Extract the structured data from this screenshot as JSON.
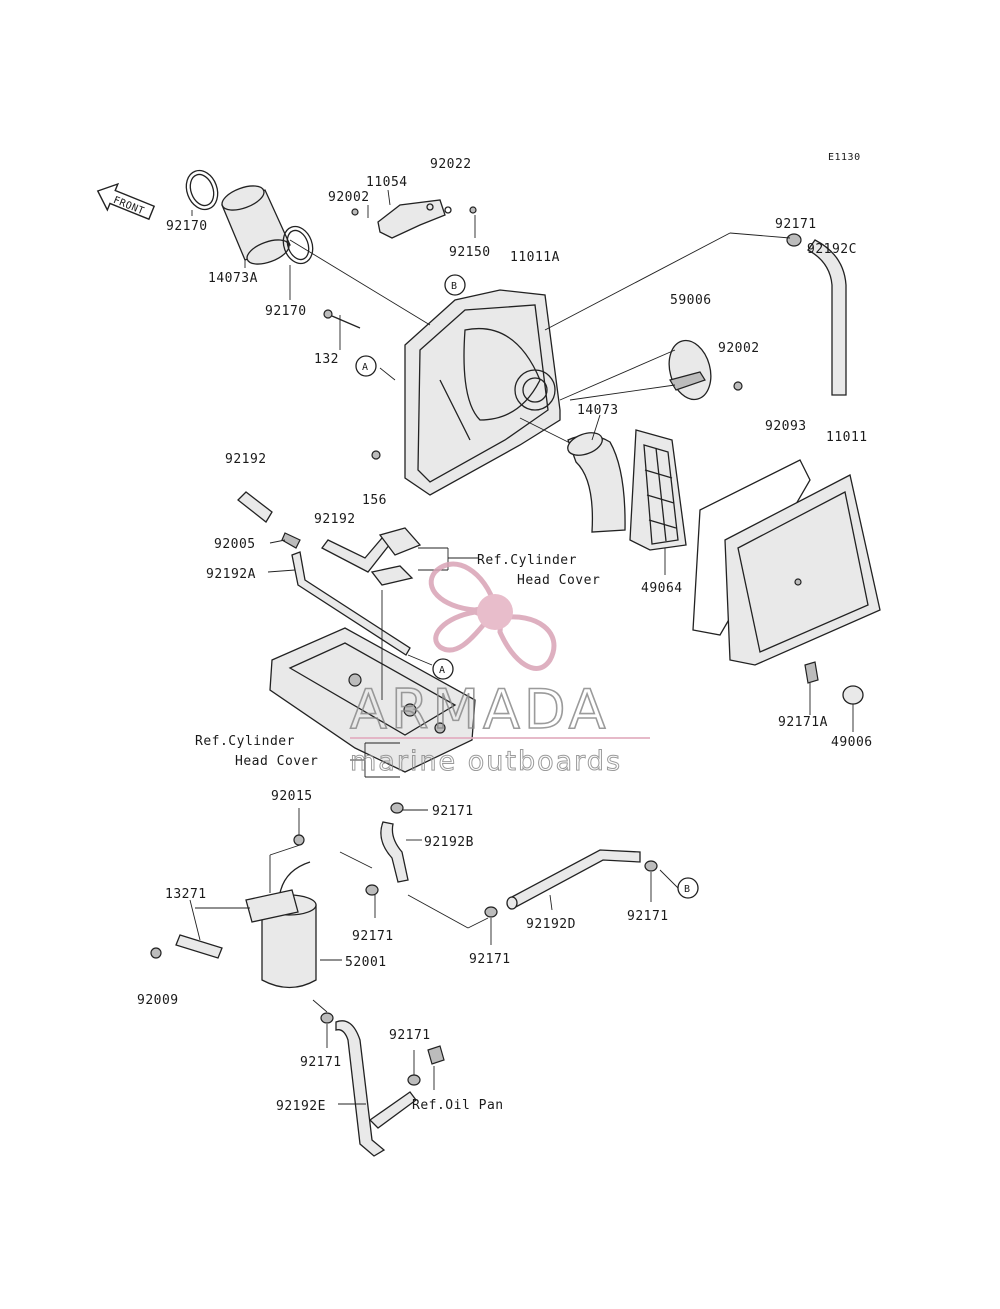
{
  "diagram_code": "E1130",
  "front_label": "FRONT",
  "callouts": {
    "a": "A",
    "b": "B"
  },
  "parts": {
    "p92022": "92022",
    "p11054": "11054",
    "p92002_top": "92002",
    "p92150": "92150",
    "p11011A": "11011A",
    "p92170_a": "92170",
    "p14073A": "14073A",
    "p92170_b": "92170",
    "p92171_top": "92171",
    "p92192C": "92192C",
    "p59006": "59006",
    "p92002_mid": "92002",
    "p132": "132",
    "p14073": "14073",
    "p92093": "92093",
    "p11011": "11011",
    "p92192_left": "92192",
    "p156": "156",
    "p92192_mid": "92192",
    "p92005": "92005",
    "p92192A": "92192A",
    "p49064": "49064",
    "p92171A": "92171A",
    "p49006": "49006",
    "p92015": "92015",
    "p92171_c": "92171",
    "p92192B": "92192B",
    "p13271": "13271",
    "p92171_d": "92171",
    "p92192D": "92192D",
    "p92171_e": "92171",
    "p92171_f": "92171",
    "p52001": "52001",
    "p92009": "92009",
    "p92171_g": "92171",
    "p92171_h": "92171",
    "p92192E": "92192E"
  },
  "refs": {
    "ref_cyl_1a": "Ref.Cylinder",
    "ref_cyl_1b": "Head Cover",
    "ref_cyl_2a": "Ref.Cylinder",
    "ref_cyl_2b": "Head Cover",
    "ref_oil_pan": "Ref.Oil Pan"
  },
  "watermark": {
    "brand": "ARMADA",
    "tagline": "marine outboards",
    "color": "#d9a3b6"
  }
}
